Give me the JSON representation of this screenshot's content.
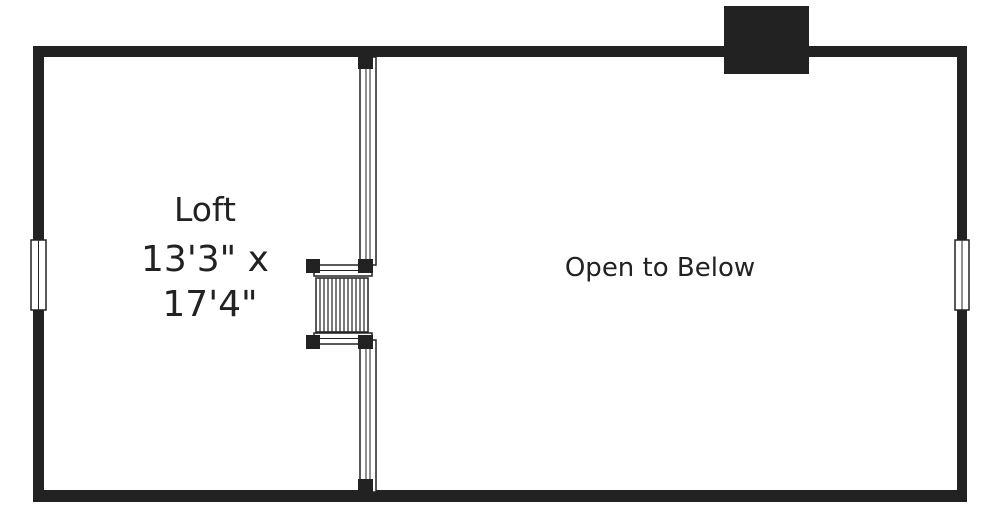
{
  "colors": {
    "wall": "#222222",
    "background": "#ffffff",
    "label": "#222222",
    "window_fill": "#ffffff",
    "rail_fill": "#ffffff"
  },
  "rooms": {
    "loft": {
      "name": "Loft",
      "dimensions_line1": "13'3\" x",
      "dimensions_line2": "17'4\""
    },
    "open_area": {
      "name": "Open to Below"
    }
  },
  "features": {
    "chimney": "chimney",
    "windows": [
      "left-wall-window",
      "right-wall-window"
    ],
    "stair_opening": "stair-railing"
  }
}
